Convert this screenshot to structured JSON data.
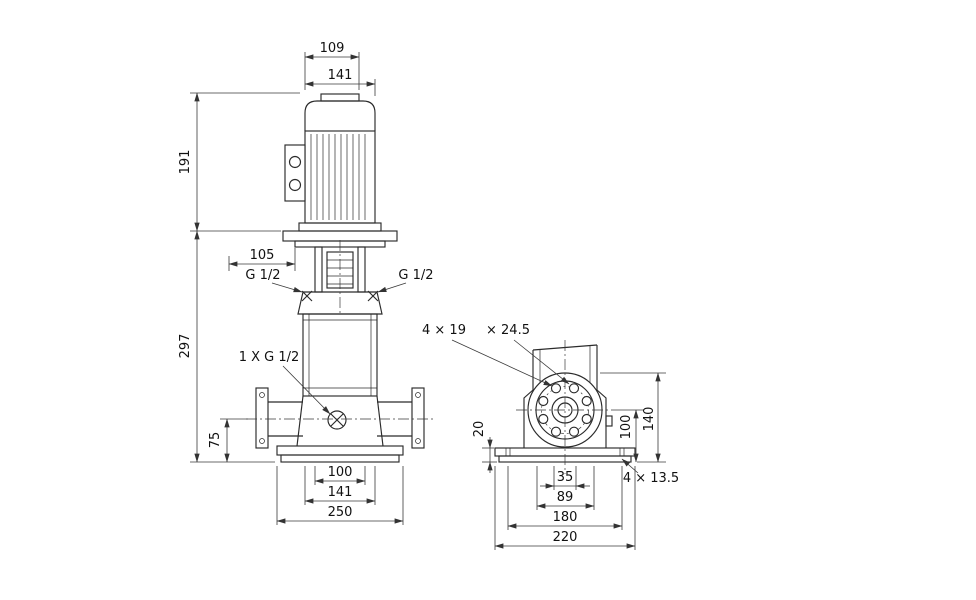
{
  "front_view": {
    "dim_109": "109",
    "dim_141_top": "141",
    "dim_191": "191",
    "dim_105": "105",
    "port_left": "G 1/2",
    "port_right": "G 1/2",
    "dim_297": "297",
    "drain_label": "1 X G 1/2",
    "dim_75": "75",
    "dim_100": "100",
    "dim_141_bottom": "141",
    "dim_250": "250"
  },
  "side_view": {
    "flange_holes_label": "4 × 19",
    "counterbore_label": "× 24.5",
    "dim_20": "20",
    "dim_100": "100",
    "dim_140": "140",
    "base_holes_label": "4 × 13.5",
    "dim_35": "35",
    "dim_89": "89",
    "dim_180": "180",
    "dim_220": "220"
  },
  "colors": {
    "line": "#2b2b2b",
    "background": "#ffffff"
  }
}
